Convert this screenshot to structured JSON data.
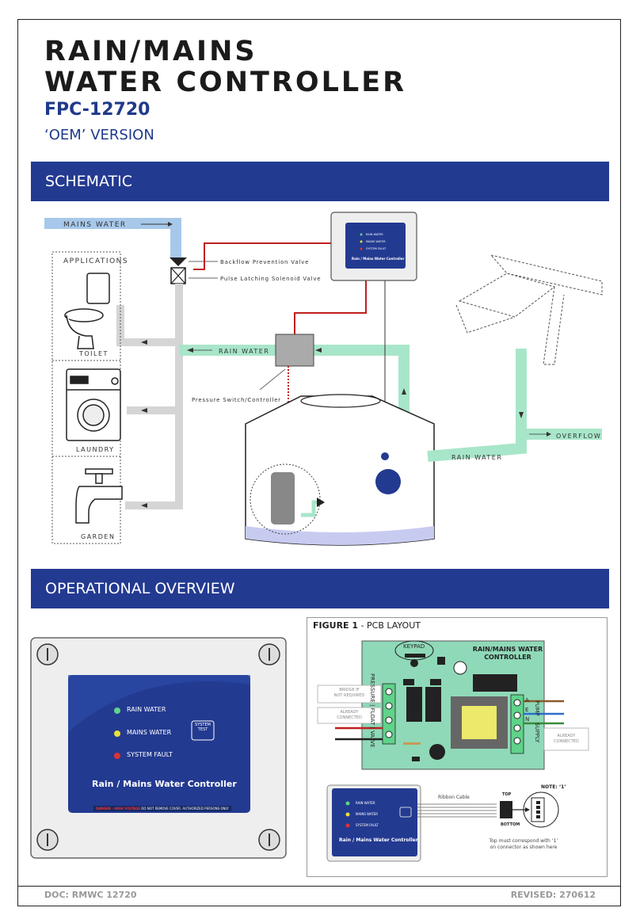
{
  "header": {
    "title_line1": "RAIN/MAINS",
    "title_line2": "WATER CONTROLLER",
    "model": "FPC-12720",
    "version": "‘OEM’ VERSION"
  },
  "sections": {
    "schematic": "SCHEMATIC",
    "overview": "OPERATIONAL OVERVIEW"
  },
  "schematic": {
    "mains_water": "MAINS WATER",
    "applications": "APPLICATIONS",
    "toilet": "TOILET",
    "laundry": "LAUNDRY",
    "garden": "GARDEN",
    "rain_water_left": "RAIN WATER",
    "rain_water_right": "RAIN WATER",
    "overflow": "OVERFLOW",
    "backflow": "Backflow Prevention Valve",
    "solenoid": "Pulse Latching Solenoid Valve",
    "pressure_switch": "Pressure Switch/Controller",
    "mini_panel": {
      "rain": "RAIN WATER",
      "mains": "MAINS WATER",
      "fault": "SYSTEM FAULT",
      "name": "Rain / Mains Water Controller"
    }
  },
  "panel": {
    "rain": "RAIN WATER",
    "mains": "MAINS WATER",
    "fault": "SYSTEM FAULT",
    "test_line1": "SYSTEM",
    "test_line2": "TEST",
    "name": "Rain / Mains Water Controller",
    "danger": "DANGER - HIGH VOLTAGE",
    "warning": "DO NOT REMOVE COVER. AUTHORIZED PERSONS ONLY"
  },
  "figure": {
    "label_bold": "FIGURE 1",
    "label_rest": " - PCB LAYOUT",
    "keypad": "KEYPAD",
    "board_line1": "RAIN/MAINS WATER",
    "board_line2": "CONTROLLER",
    "pressure": "PRESSURE",
    "float": "FLOAT",
    "valve": "VALVE",
    "pump": "PUMP",
    "supply": "SUPPLY",
    "a": "A",
    "e": "E",
    "n": "N",
    "bridge_line1": "BRIDGE IF",
    "bridge_line2": "NOT REQUIRED",
    "already_line1": "ALREADY",
    "already_line2": "CONNECTED",
    "already_r_line1": "ALREADY",
    "already_r_line2": "CONNECTED",
    "ribbon": "Ribbon Cable",
    "top": "TOP",
    "bottom": "BOTTOM",
    "note": "NOTE: ‘1’",
    "caption_line1": "Top must correspond with ‘1’",
    "caption_line2": "on connector as shown here",
    "small_panel": {
      "rain": "RAIN WATER",
      "mains": "MAINS WATER",
      "fault": "SYSTEM FAULT",
      "name": "Rain / Mains Water Controller"
    }
  },
  "footer": {
    "doc": "DOC:  RMWC 12720",
    "revised": "REVISED:  270612"
  },
  "colors": {
    "band": "#233a91",
    "mains_pipe": "#a7c8ea",
    "rain_pipe": "#a8e6c9",
    "pcb": "#8fd9b8",
    "panel": "#233a91",
    "wire": "#c0201e"
  }
}
